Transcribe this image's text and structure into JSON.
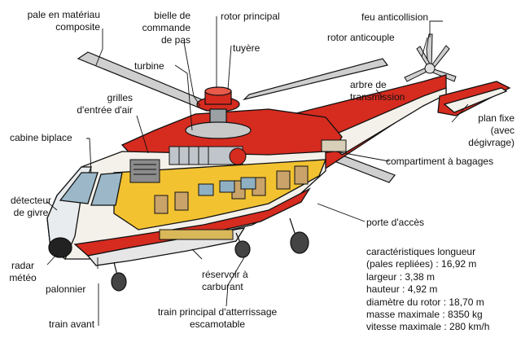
{
  "labels": {
    "pale": "pale en matériau composite",
    "bielle": "bielle de commande de pas",
    "rotor_principal": "rotor principal",
    "tuyere": "tuyère",
    "turbine": "turbine",
    "grilles": "grilles d'entrée d'air",
    "cabine": "cabine biplace",
    "detecteur": "détecteur de givre",
    "radar": "radar météo",
    "palonnier": "palonnier",
    "train_avant": "train avant",
    "feu": "feu anticollision",
    "rotor_anticouple": "rotor anticouple",
    "arbre": "arbre de transmission",
    "plan_fixe": "plan fixe (avec dégivrage)",
    "compartiment": "compartiment à bagages",
    "porte": "porte d'accès",
    "reservoir": "réservoir à carburant",
    "train_principal": "train principal d'atterrissage escamotable"
  },
  "specs": {
    "title": "caractéristiques longueur",
    "line1": "(pales repliées) : 16,92 m",
    "line2": "largeur : 3,38 m",
    "line3": "hauteur : 4,92 m",
    "line4": "diamètre du rotor : 18,70 m",
    "line5": "masse maximale : 8350 kg",
    "line6": "vitesse maximale : 280 km/h"
  },
  "colors": {
    "body_red": "#d62b1f",
    "body_yellow": "#f2c230",
    "body_white": "#f4f1ea",
    "blade_gray": "#c9c9c9",
    "outline": "#111111"
  }
}
